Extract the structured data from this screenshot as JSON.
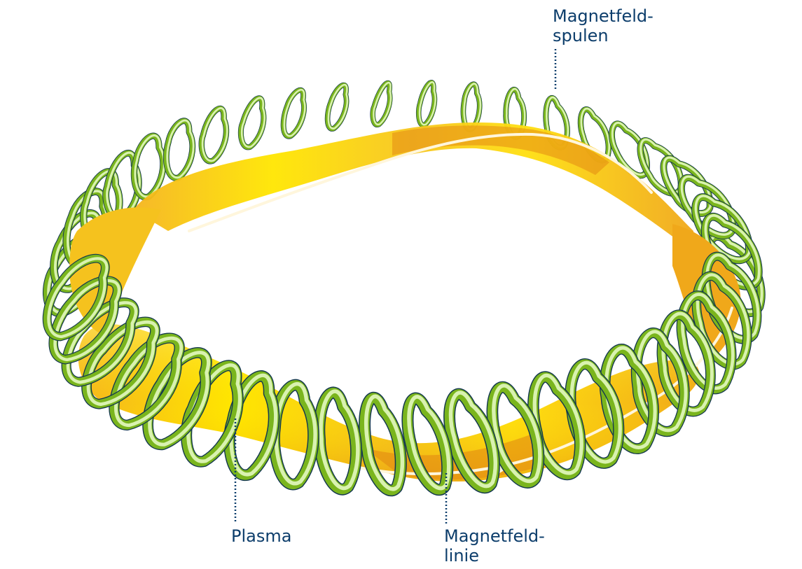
{
  "labels": {
    "coils": {
      "line1": "Magnetfeld-",
      "line2": "spulen"
    },
    "plasma": {
      "line1": "Plasma"
    },
    "field_line": {
      "line1": "Magnetfeld-",
      "line2": "linie"
    }
  },
  "colors": {
    "coil_dark": "#7ab51d",
    "coil_light": "#d9f2b0",
    "coil_outline": "#14384f",
    "plasma_bright": "#ffe600",
    "plasma_mid": "#f7c51e",
    "plasma_dark": "#e38a12",
    "field_line": "#fff6dc",
    "label_text": "#0c3d6b",
    "leader_line": "#0c3d6b"
  },
  "icons": {
    "arrow": "arrowhead-icon"
  }
}
